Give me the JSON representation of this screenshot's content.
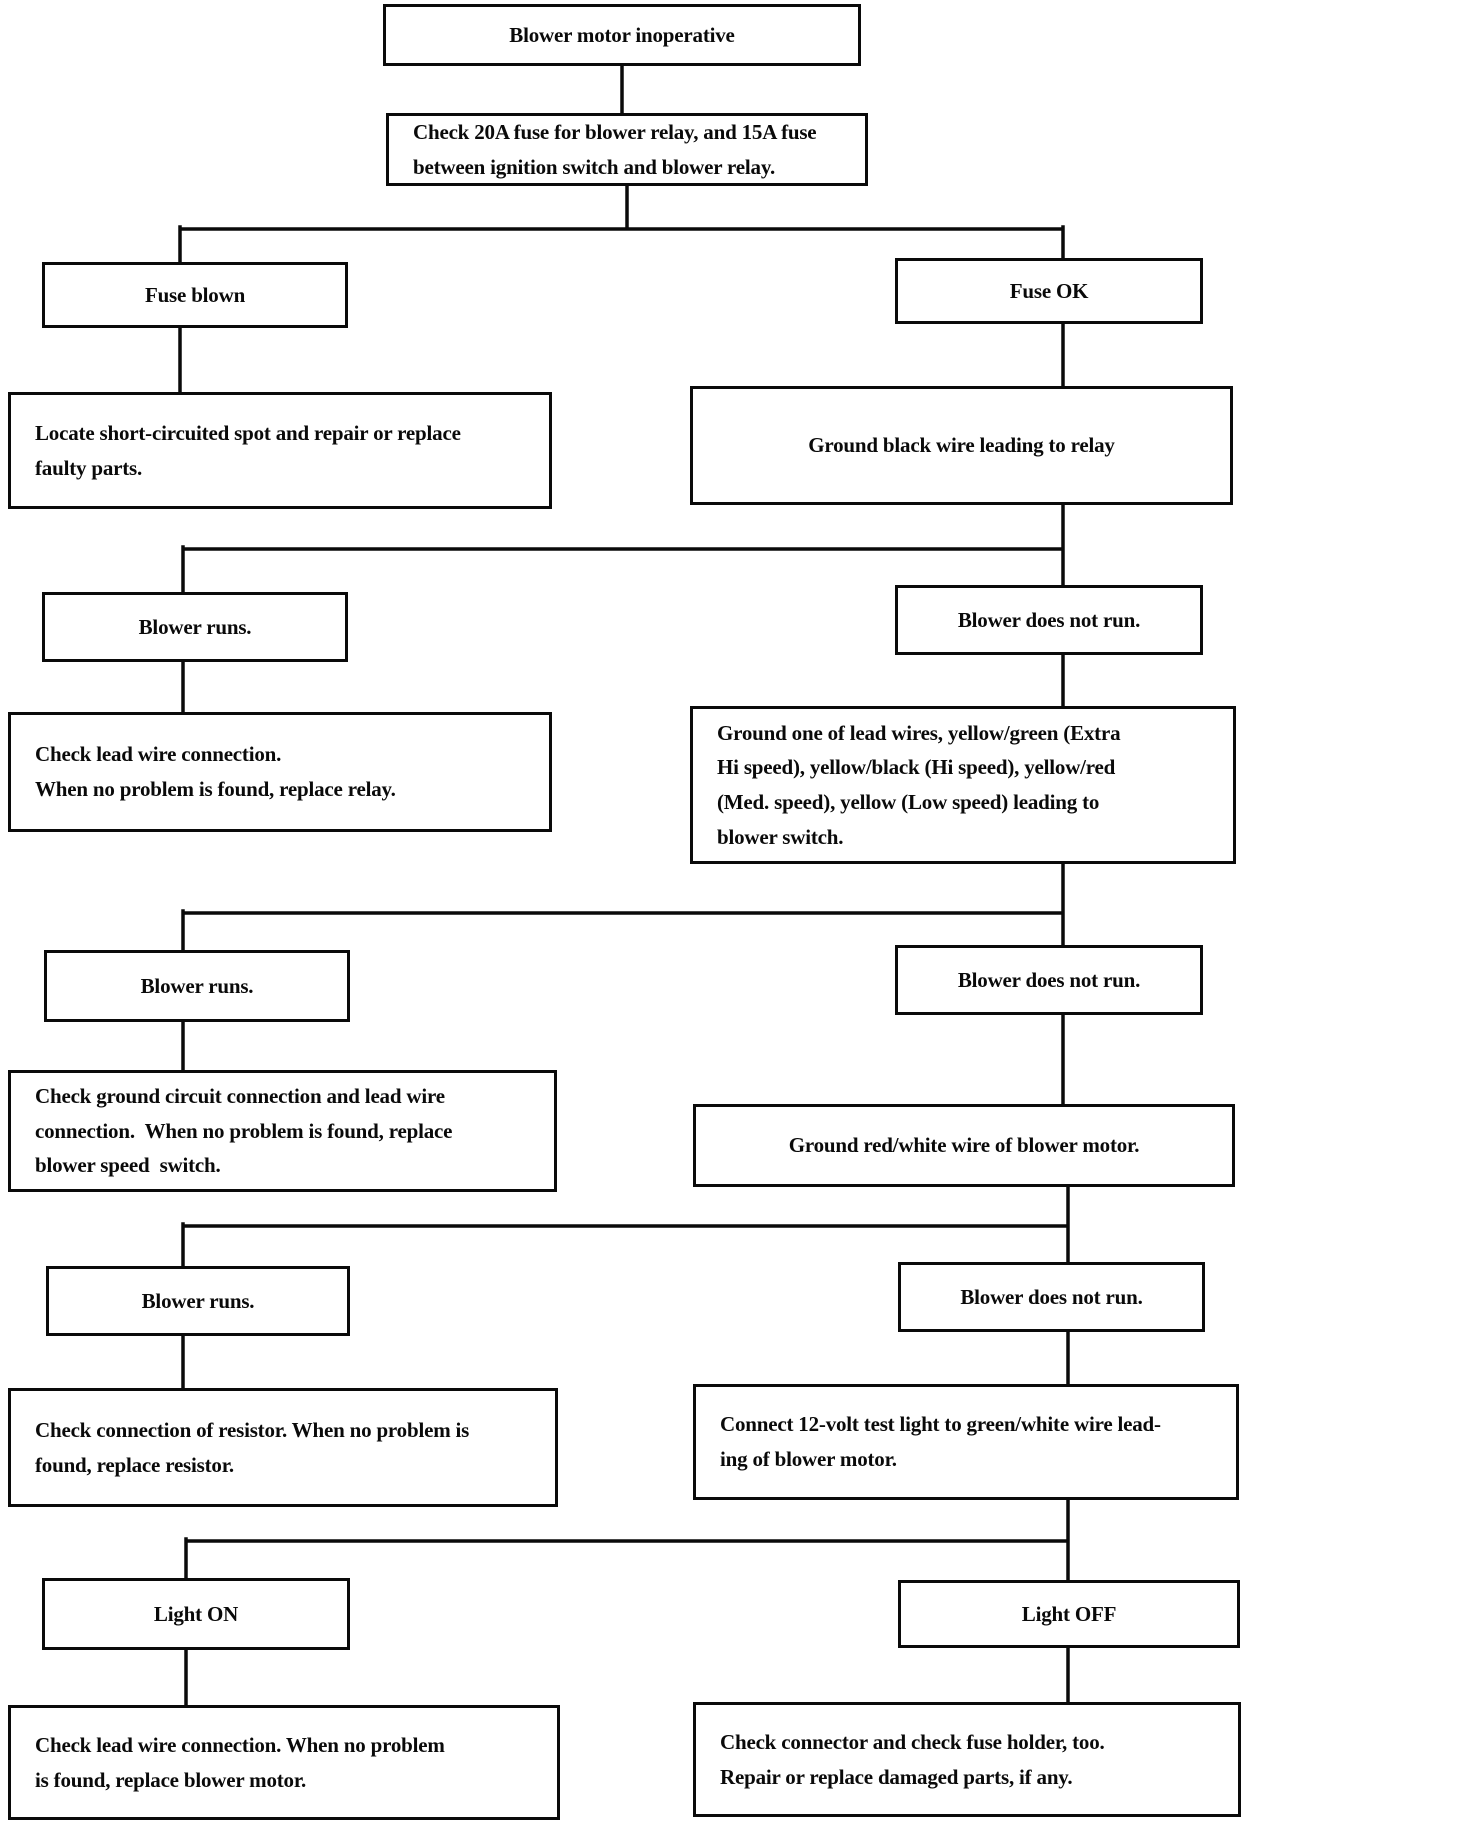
{
  "diagram": {
    "title": "Blower motor inoperative troubleshooting flowchart",
    "nodes": {
      "root": {
        "text": "Blower motor inoperative"
      },
      "check_fuse": {
        "text": "Check 20A fuse for blower relay, and 15A fuse\nbetween ignition switch and blower relay."
      },
      "fuse_blown": {
        "text": "Fuse blown"
      },
      "fuse_ok": {
        "text": "Fuse OK"
      },
      "locate_short": {
        "text": "Locate short-circuited spot and repair or replace\nfaulty parts."
      },
      "ground_black": {
        "text": "Ground black wire leading to relay"
      },
      "blower_runs_1": {
        "text": "Blower runs."
      },
      "blower_not_run_1": {
        "text": "Blower does not run."
      },
      "check_lead_relay": {
        "text": "Check lead wire connection.\nWhen no problem is found, replace relay."
      },
      "ground_lead_wires": {
        "text": "Ground one of lead wires, yellow/green (Extra\nHi speed), yellow/black (Hi speed), yellow/red\n(Med. speed), yellow (Low speed) leading to\nblower switch."
      },
      "blower_runs_2": {
        "text": "Blower runs."
      },
      "blower_not_run_2": {
        "text": "Blower does not run."
      },
      "check_ground_circuit": {
        "text": "Check ground circuit connection and lead wire\nconnection.  When no problem is found, replace\nblower speed  switch."
      },
      "ground_red_white": {
        "text": "Ground red/white wire of blower motor."
      },
      "blower_runs_3": {
        "text": "Blower runs."
      },
      "blower_not_run_3": {
        "text": "Blower does not run."
      },
      "check_resistor": {
        "text": "Check connection of resistor. When no problem is\nfound, replace resistor."
      },
      "connect_test_light": {
        "text": "Connect 12-volt test light to green/white wire lead-\ning of blower motor."
      },
      "light_on": {
        "text": "Light ON"
      },
      "light_off": {
        "text": "Light OFF"
      },
      "check_lead_motor": {
        "text": "Check lead wire connection. When no problem\nis found, replace blower motor."
      },
      "check_connector": {
        "text": "Check connector and check fuse holder, too.\nRepair or replace damaged parts, if any."
      }
    },
    "edges": [
      {
        "from": "root",
        "to": "check_fuse"
      },
      {
        "from": "check_fuse",
        "to": "fuse_blown"
      },
      {
        "from": "check_fuse",
        "to": "fuse_ok"
      },
      {
        "from": "fuse_blown",
        "to": "locate_short"
      },
      {
        "from": "fuse_ok",
        "to": "ground_black"
      },
      {
        "from": "ground_black",
        "to": "blower_runs_1"
      },
      {
        "from": "ground_black",
        "to": "blower_not_run_1"
      },
      {
        "from": "blower_runs_1",
        "to": "check_lead_relay"
      },
      {
        "from": "blower_not_run_1",
        "to": "ground_lead_wires"
      },
      {
        "from": "ground_lead_wires",
        "to": "blower_runs_2"
      },
      {
        "from": "ground_lead_wires",
        "to": "blower_not_run_2"
      },
      {
        "from": "blower_runs_2",
        "to": "check_ground_circuit"
      },
      {
        "from": "blower_not_run_2",
        "to": "ground_red_white"
      },
      {
        "from": "ground_red_white",
        "to": "blower_runs_3"
      },
      {
        "from": "ground_red_white",
        "to": "blower_not_run_3"
      },
      {
        "from": "blower_runs_3",
        "to": "check_resistor"
      },
      {
        "from": "blower_not_run_3",
        "to": "connect_test_light"
      },
      {
        "from": "connect_test_light",
        "to": "light_on"
      },
      {
        "from": "connect_test_light",
        "to": "light_off"
      },
      {
        "from": "light_on",
        "to": "check_lead_motor"
      },
      {
        "from": "light_off",
        "to": "check_connector"
      }
    ],
    "colors": {
      "ink": "#0a0a0a",
      "paper": "#ffffff"
    }
  }
}
